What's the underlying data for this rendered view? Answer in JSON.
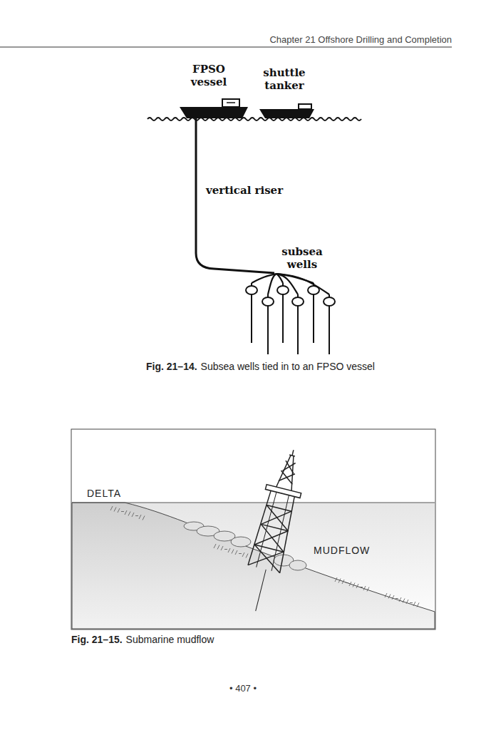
{
  "diagram": {
    "labels": [
      "Chapter 21 Offshore Drilling and Completion",
      "FPSO vessel",
      "shuttle tanker",
      "vertical riser",
      "subsea wells",
      "Fig. 21–14.",
      "Subsea wells tied in to an FPSO vessel",
      "DELTA",
      "MUDFLOW",
      "Fig. 21–15.",
      "Submarine mudflow",
      "• 407 •"
    ]
  }
}
